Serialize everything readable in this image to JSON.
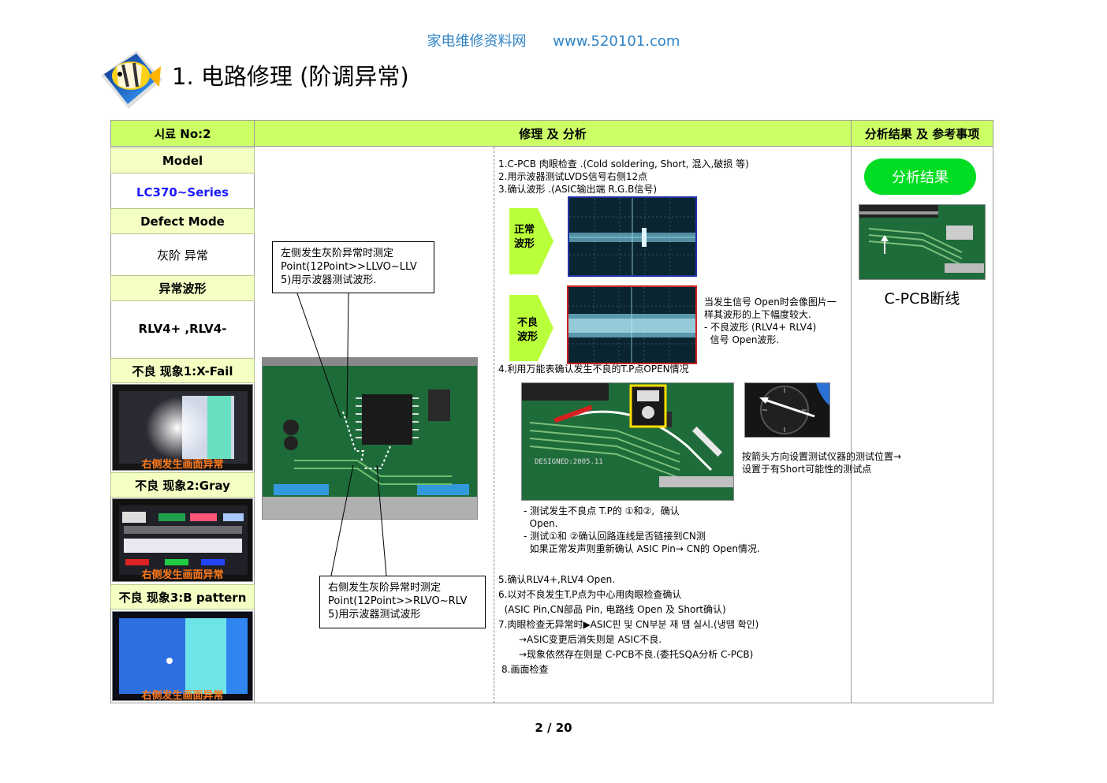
{
  "header": {
    "site_name": "家电维修资料网",
    "site_url": "www.520101.com",
    "title": "1. 电路修理 (阶调异常)"
  },
  "table": {
    "col_sample": "시료 No:2",
    "col_repair": "修理 及 分析",
    "col_result": "分析结果 及 参考事项"
  },
  "left": {
    "model_label": "Model",
    "model_value": "LC370~Series",
    "defect_label": "Defect Mode",
    "defect_value": "灰阶 异常",
    "wave_label": "异常波形",
    "wave_value": "RLV4+ ,RLV4-",
    "phen1": "不良 现象1:X-Fail",
    "phen1_caption": "右侧发生画面异常",
    "phen2": "不良 现象2:Gray",
    "phen2_caption": "右侧发生画面异常",
    "phen3": "不良 现象3:B pattern",
    "phen3_caption": "右侧发生画面异常"
  },
  "callouts": {
    "top": "左侧发生灰阶异常时测定 Point(12Point>>LLVO~LLV 5)用示波器测试波形.",
    "bottom": "右侧发生灰阶异常时测定 Point(12Point>>RLVO~RLV 5)用示波器测试波形"
  },
  "steps": {
    "s1": "1.C-PCB 肉眼检查 .(Cold soldering, Short, 混入,破损 等)",
    "s2": "2.用示波器测试LVDS信号右侧12点",
    "s3": "3.确认波形 .(ASIC输出端 R.G.B信号)",
    "normal_label_1": "正常",
    "normal_label_2": "波形",
    "bad_label_1": "不良",
    "bad_label_2": "波形",
    "note_1": "当发生信号 Open时会像图片一",
    "note_2": "样其波形的上下幅度较大.",
    "note_3": "- 不良波形  (RLV4+ RLV4)",
    "note_4": "  信号 Open波形.",
    "s4": "4.利用万能表确认发生不良的T.P点OPEN情况",
    "meter_note_1": "按箭头方向设置测试仪器的测试位置→",
    "meter_note_2": "设置于有Short可能性的测试点",
    "tp_1": "- 测试发生不良点 T.P的 ①和②,  确认",
    "tp_2": "  Open.",
    "tp_3": "- 测试①和 ②确认回路连线是否链接到CN测",
    "tp_4": "  如果正常发声则重新确认 ASIC Pin→ CN的 Open情况.",
    "s5": "5.确认RLV4+,RLV4 Open.",
    "s6": "6.以对不良发生T.P点为中心用肉眼检查确认",
    "s6b": "  (ASIC Pin,CN部品 Pin, 电路线 Open 及 Short确认)",
    "s7": "7.肉眼检查无异常时▶ASIC핀 및 CN부분 재 땜 실시.(냉땜 확인)",
    "s7a": "→ASIC变更后消失则是 ASIC不良.",
    "s7b": "→现象依然存在则是 C-PCB不良.(委托SQA分析 C-PCB)",
    "s8": "8.画面检查"
  },
  "result": {
    "button": "分析结果",
    "caption": "C-PCB断线"
  },
  "footer": {
    "page": "2 / 20"
  },
  "colors": {
    "header_bar": "#ccff66",
    "label_bar": "#f4ffc4",
    "model_blue": "#1a1aff",
    "caption_orange": "#ff7a1a",
    "result_green": "#00dd22"
  }
}
